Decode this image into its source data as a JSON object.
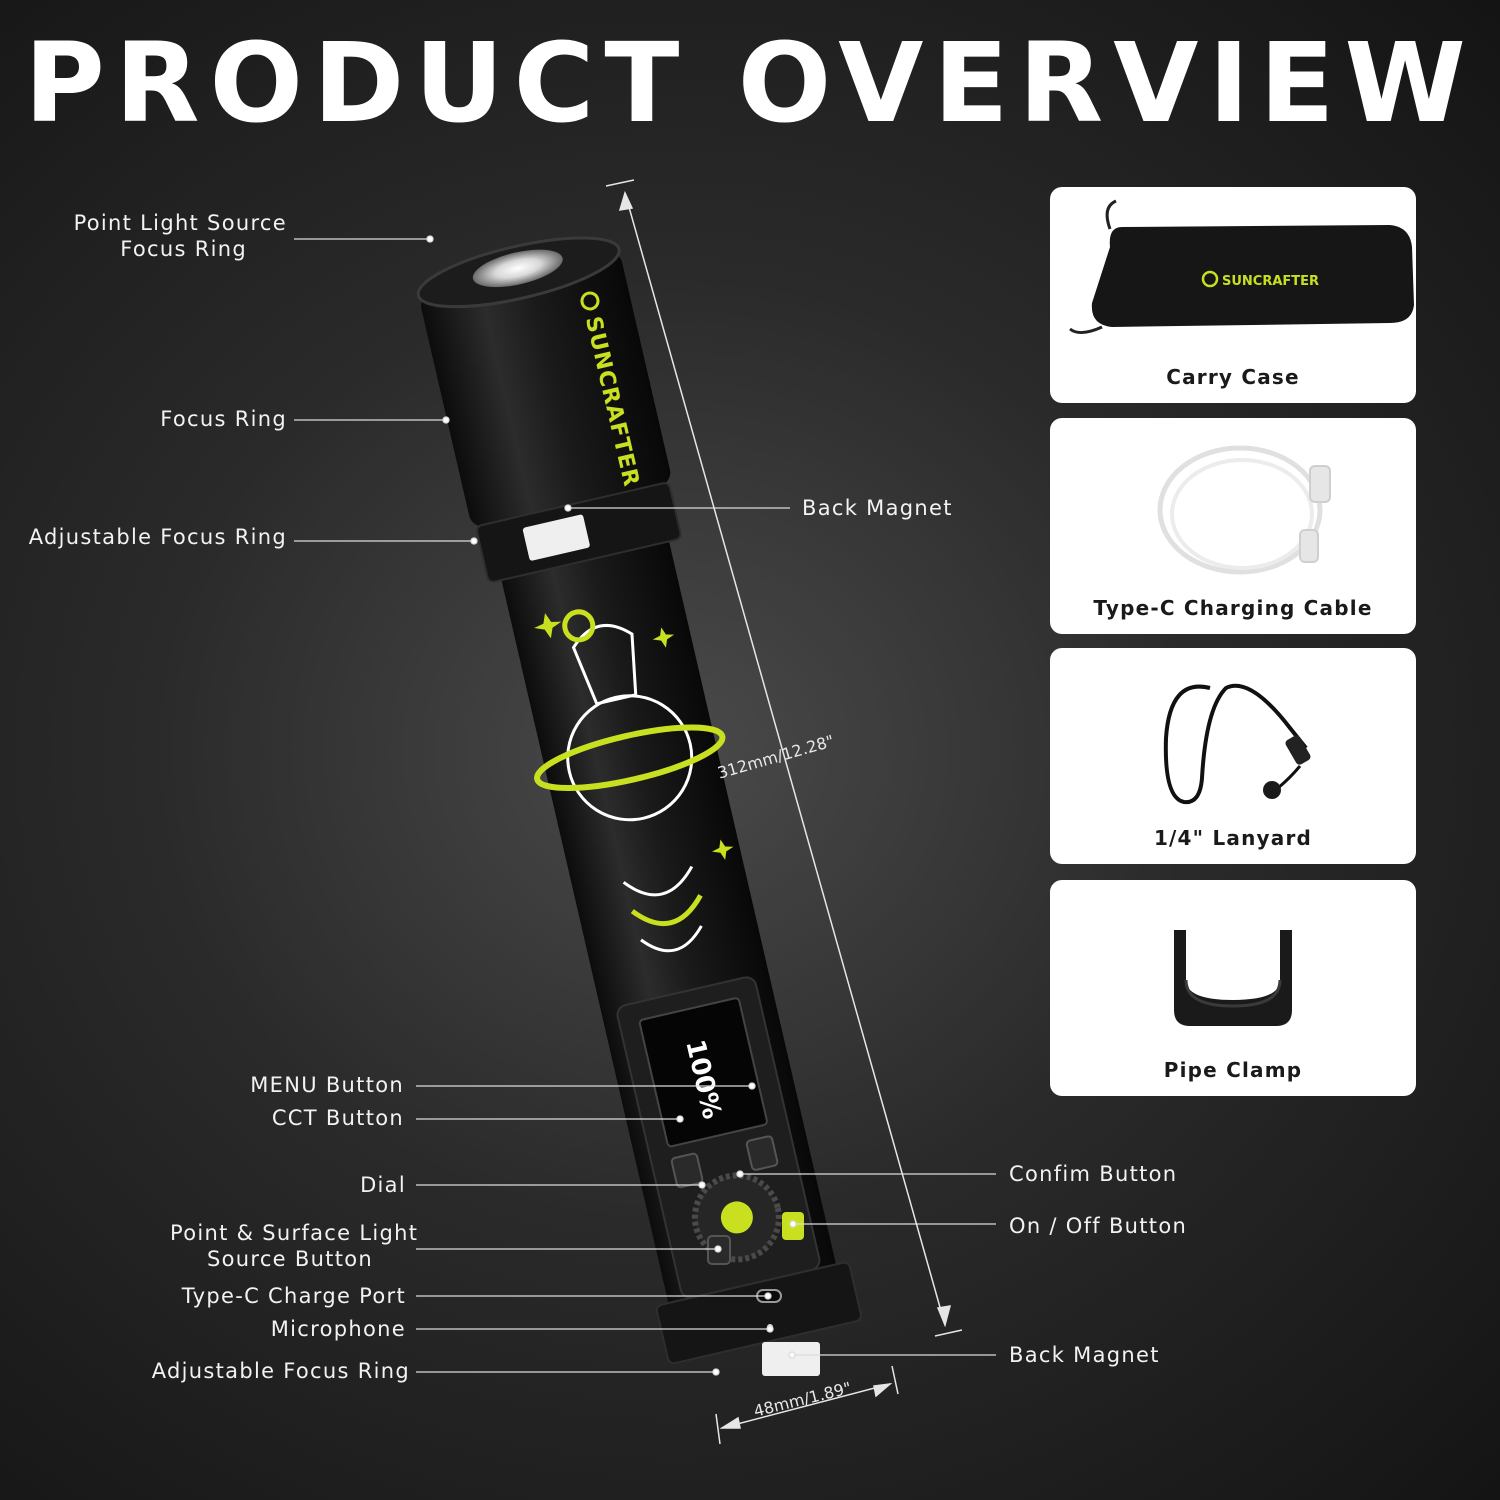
{
  "title": "PRODUCT OVERVIEW",
  "brand": "SUNCRAFTER",
  "screen": {
    "brightness": "100%"
  },
  "labels": {
    "point_light_source_focus_ring": [
      "Point Light Source",
      "Focus Ring"
    ],
    "focus_ring": "Focus Ring",
    "adjustable_focus_ring_top": "Adjustable Focus Ring",
    "back_magnet_top": "Back Magnet",
    "menu_button": "MENU Button",
    "cct_button": "CCT Button",
    "dial": "Dial",
    "point_surface_button": [
      "Point & Surface Light",
      "Source Button"
    ],
    "type_c_charge_port": "Type-C Charge Port",
    "microphone": "Microphone",
    "adjustable_focus_ring_bottom": "Adjustable Focus Ring",
    "confirm_button": "Confim Button",
    "on_off_button": "On / Off Button",
    "back_magnet_bottom": "Back Magnet"
  },
  "dimensions": {
    "length": "312mm/12.28\"",
    "diameter": "48mm/1.89\""
  },
  "accessories": [
    {
      "label": "Carry Case",
      "icon": "carry-case"
    },
    {
      "label": "Type-C Charging Cable",
      "icon": "charging-cable"
    },
    {
      "label": "1/4\" Lanyard",
      "icon": "lanyard"
    },
    {
      "label": "Pipe Clamp",
      "icon": "pipe-clamp"
    }
  ],
  "colors": {
    "accent": "#c8e020",
    "background": "#2a2a2a",
    "card": "#ffffff"
  }
}
